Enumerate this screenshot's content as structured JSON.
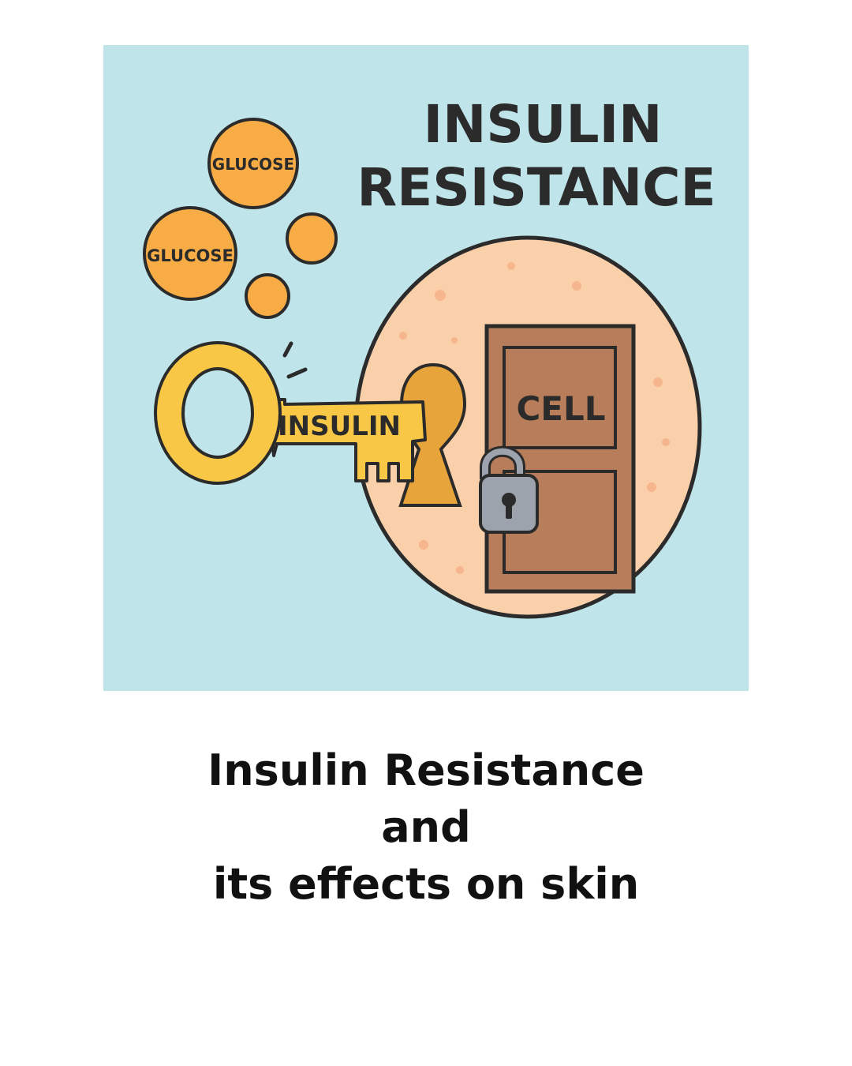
{
  "illustration": {
    "heading_line1": "INSULIN",
    "heading_line2": "RESISTANCE",
    "glucose_label_top": "GLUCOSE",
    "glucose_label_left": "GLUCOSE",
    "key_label": "INSULIN",
    "door_label": "CELL",
    "icons": [
      "glucose-molecule-icon",
      "key-icon",
      "keyhole-icon",
      "door-icon",
      "padlock-icon",
      "cell-icon"
    ],
    "colors": {
      "background": "#bfe4ea",
      "cell": "#fad0aa",
      "glucose": "#f7ac45",
      "key": "#f8c746",
      "door": "#b87d5a",
      "lock": "#9da3ac",
      "outline": "#2b2b2b"
    }
  },
  "caption": {
    "line1": "Insulin Resistance",
    "line2": "and",
    "line3": "its effects on skin"
  }
}
